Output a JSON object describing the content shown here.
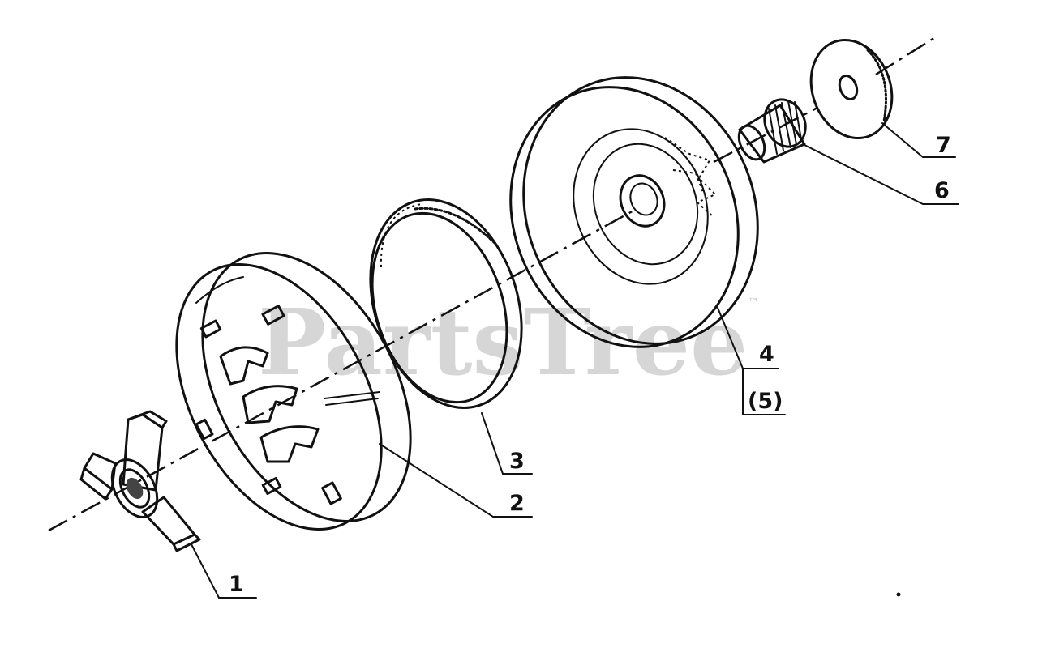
{
  "watermark": {
    "text": "PartsTree",
    "trademark": "™"
  },
  "callouts": [
    {
      "id": "1",
      "label": "1"
    },
    {
      "id": "2",
      "label": "2"
    },
    {
      "id": "3",
      "label": "3"
    },
    {
      "id": "4",
      "label": "4"
    },
    {
      "id": "5",
      "label": "(5)"
    },
    {
      "id": "6",
      "label": "6"
    },
    {
      "id": "7",
      "label": "7"
    }
  ],
  "colors": {
    "ink": "#111111",
    "background": "#ffffff",
    "watermark": "#c9c9c9"
  }
}
